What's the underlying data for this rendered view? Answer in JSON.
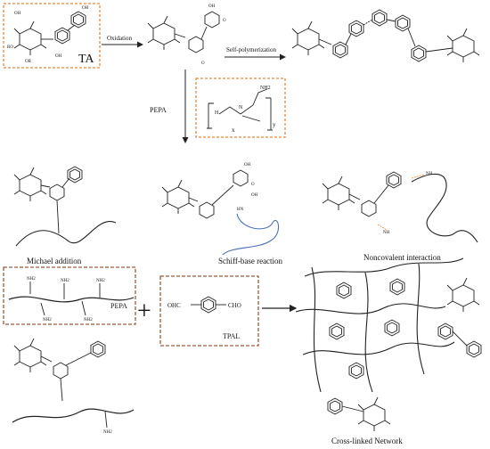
{
  "labels": {
    "ta": "TA",
    "oxidation": "Oxidation",
    "self_polymerization": "Self-polymerization",
    "pepa_reagent": "PEPA",
    "pepa_x": "x",
    "pepa_y": "y",
    "pepa_nh2": "NH2",
    "pepa_nh": "H",
    "pepa_n": "N",
    "michael_addition": "Michael addition",
    "schiff_base": "Schiff-base reaction",
    "noncovalent": "Noncovalent interaction",
    "pepa_box": "PEPA",
    "plus": "+",
    "tpal": "TPAL",
    "tpal_left": "OHC",
    "tpal_right": "CHO",
    "network": "Cross-linked Network",
    "nh2": "NH2",
    "nh": "NH",
    "oh": "OH",
    "o": "O",
    "ro": "RO",
    "or": "OR",
    "hn": "HN"
  },
  "colors": {
    "orange_box": "#e8893a",
    "brown_box": "#9a5a3c",
    "blue_curve": "#4a6fb5",
    "ink": "#222222"
  }
}
